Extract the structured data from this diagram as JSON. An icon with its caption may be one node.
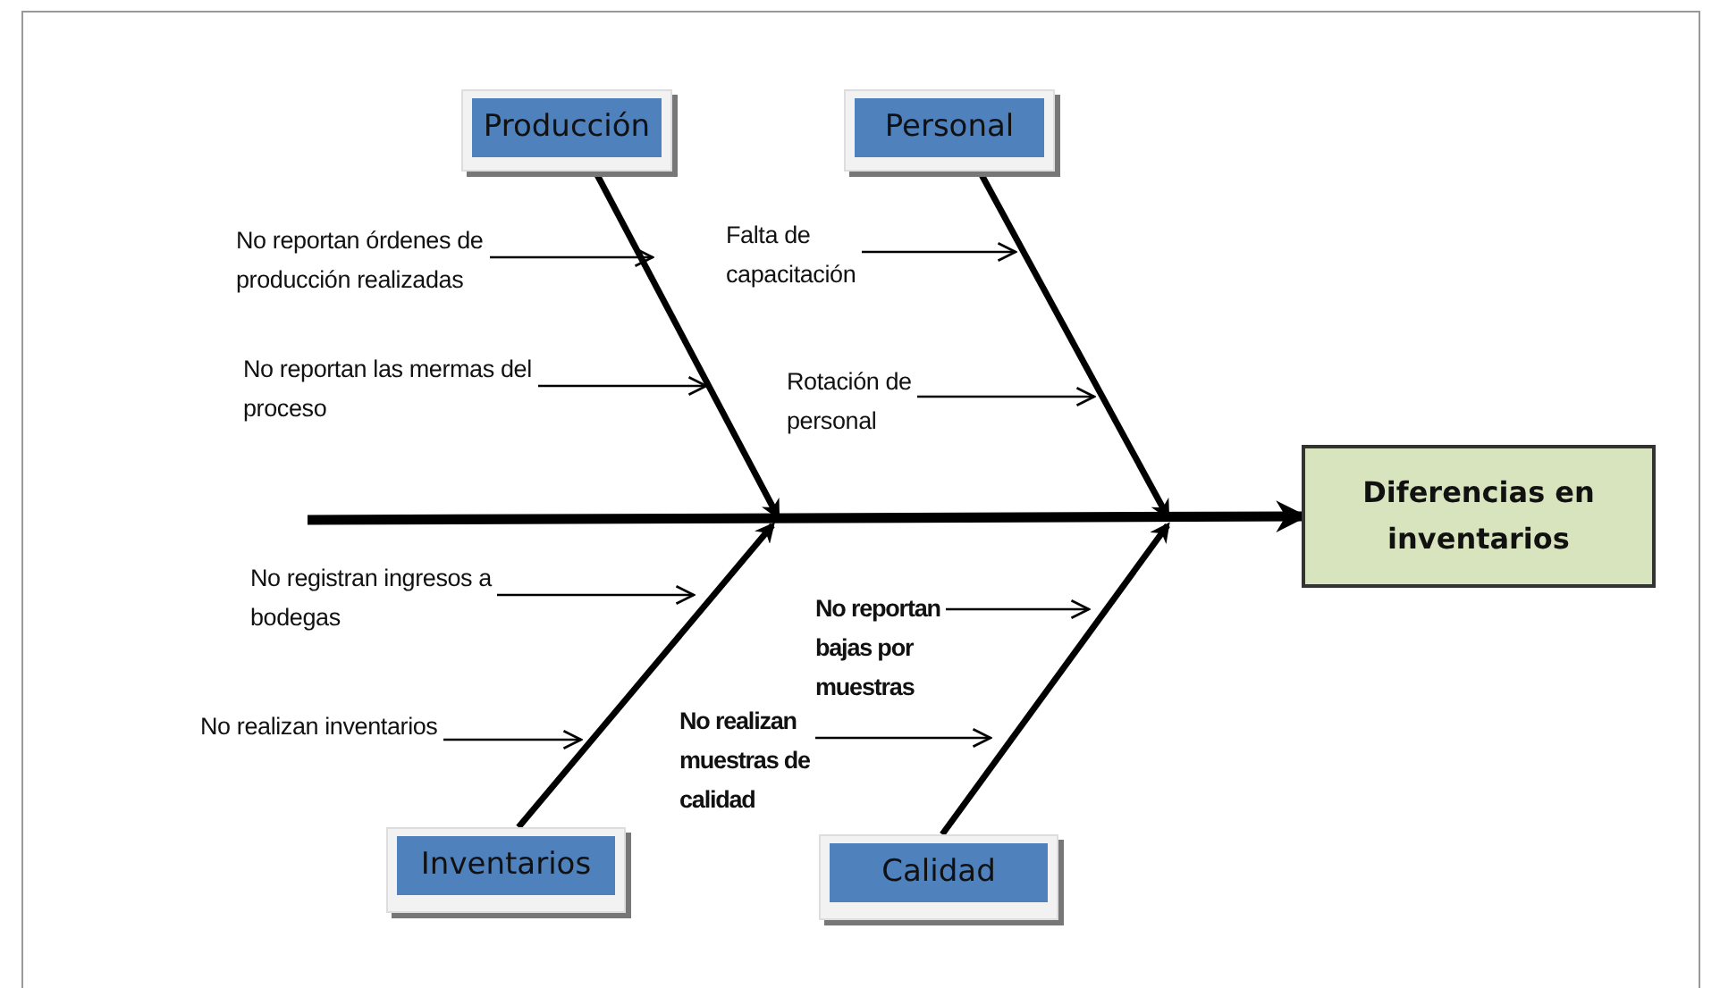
{
  "diagram": {
    "nodes": [
      {
        "text": [
          "Producción"
        ]
      },
      {
        "text": [
          "Personal"
        ]
      },
      {
        "text": [
          "Inventarios"
        ]
      },
      {
        "text": [
          "Calidad"
        ]
      },
      {
        "text": [
          "Diferencias en inventarios"
        ]
      },
      {
        "text": [
          "No reportan órdenes de producción realizadas"
        ]
      },
      {
        "text": [
          "No reportan las mermas del proceso"
        ]
      },
      {
        "text": [
          "Falta de capacitación"
        ]
      },
      {
        "text": [
          "Rotación de personal"
        ]
      },
      {
        "text": [
          "No registran ingresos a bodegas"
        ]
      },
      {
        "text": [
          "No realizan inventarios"
        ]
      },
      {
        "text": [
          "No reportan bajas por muestras"
        ]
      },
      {
        "text": [
          "No realizan muestras de calidad"
        ]
      }
    ],
    "edges": [
      {
        "from": null,
        "to": 4,
        "arrow": "to",
        "style": "thick"
      },
      {
        "from": 0,
        "to": null,
        "arrow": "to",
        "style": "thick"
      },
      {
        "from": 1,
        "to": null,
        "arrow": "to",
        "style": "thick"
      },
      {
        "from": 2,
        "to": null,
        "arrow": "to",
        "style": "thick"
      },
      {
        "from": 3,
        "to": null,
        "arrow": "to",
        "style": "thick"
      },
      {
        "from": 5,
        "to": null,
        "arrow": "to"
      },
      {
        "from": 6,
        "to": null,
        "arrow": "to"
      },
      {
        "from": 7,
        "to": null,
        "arrow": "to"
      },
      {
        "from": 8,
        "to": null,
        "arrow": "to"
      },
      {
        "from": 9,
        "to": null,
        "arrow": "to"
      },
      {
        "from": 10,
        "to": null,
        "arrow": "to"
      },
      {
        "from": 11,
        "to": null,
        "arrow": "to"
      },
      {
        "from": 12,
        "to": null,
        "arrow": "to"
      }
    ]
  }
}
